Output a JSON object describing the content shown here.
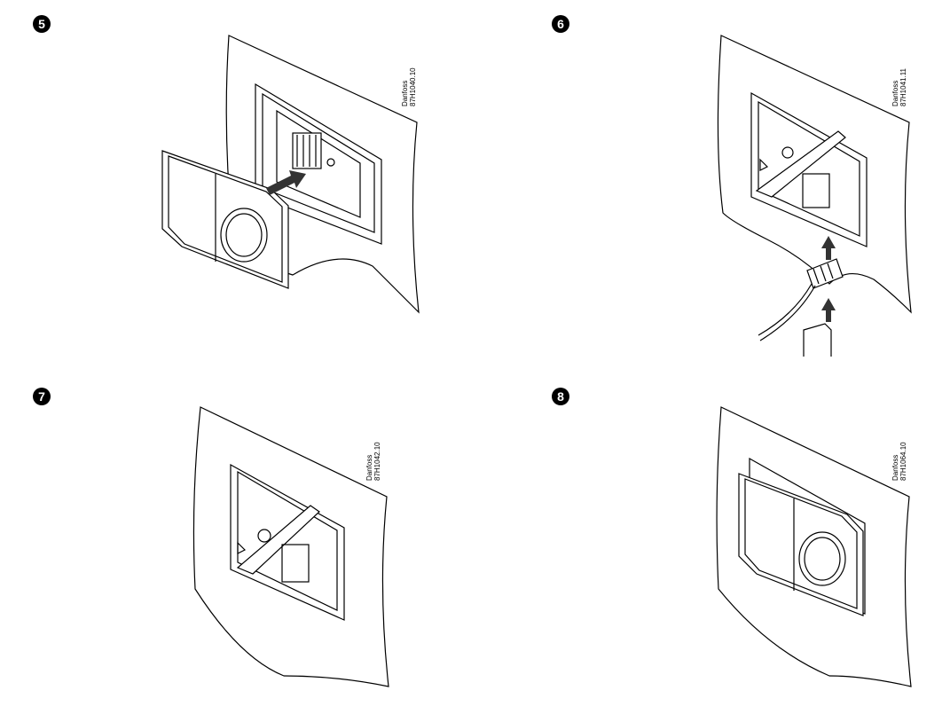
{
  "steps": [
    {
      "number": "5",
      "brand": "Danfoss",
      "code": "87H1040.10"
    },
    {
      "number": "6",
      "brand": "Danfoss",
      "code": "87H1041.11"
    },
    {
      "number": "7",
      "brand": "Danfoss",
      "code": "87H1042.10"
    },
    {
      "number": "8",
      "brand": "Danfoss",
      "code": "87H1064.10"
    }
  ],
  "colors": {
    "line": "#000000",
    "fill": "#ffffff",
    "shade": "#dddddd",
    "arrow": "#333333"
  },
  "icons": [
    "wall-plate-illustration",
    "thermostat-unit-illustration",
    "mounting-clip-illustration",
    "terminal-block-illustration",
    "insert-arrow-icon"
  ]
}
